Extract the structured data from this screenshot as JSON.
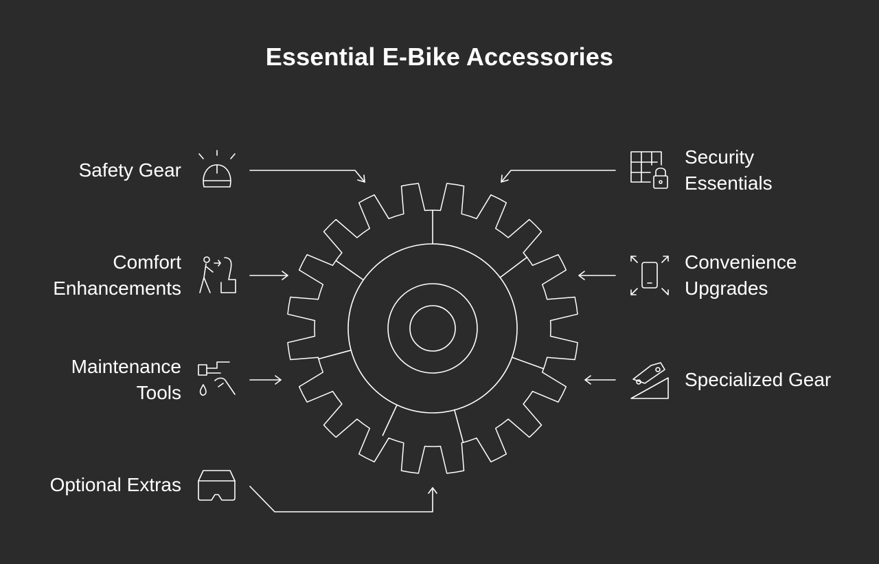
{
  "title": "Essential E-Bike Accessories",
  "colors": {
    "background": "#2b2b2b",
    "stroke": "#ffffff",
    "text": "#ffffff"
  },
  "center_graphic": "gear",
  "items": [
    {
      "lines": [
        "Safety Gear"
      ],
      "icon": "helmet-icon",
      "side": "left"
    },
    {
      "lines": [
        "Comfort",
        "Enhancements"
      ],
      "icon": "person-seat-icon",
      "side": "left"
    },
    {
      "lines": [
        "Maintenance",
        "Tools"
      ],
      "icon": "wrench-drop-icon",
      "side": "left"
    },
    {
      "lines": [
        "Optional Extras"
      ],
      "icon": "goggles-icon",
      "side": "left"
    },
    {
      "lines": [
        "Security",
        "Essentials"
      ],
      "icon": "grid-lock-icon",
      "side": "right"
    },
    {
      "lines": [
        "Convenience",
        "Upgrades"
      ],
      "icon": "phone-expand-icon",
      "side": "right"
    },
    {
      "lines": [
        "Specialized Gear"
      ],
      "icon": "car-ramp-icon",
      "side": "right"
    }
  ]
}
